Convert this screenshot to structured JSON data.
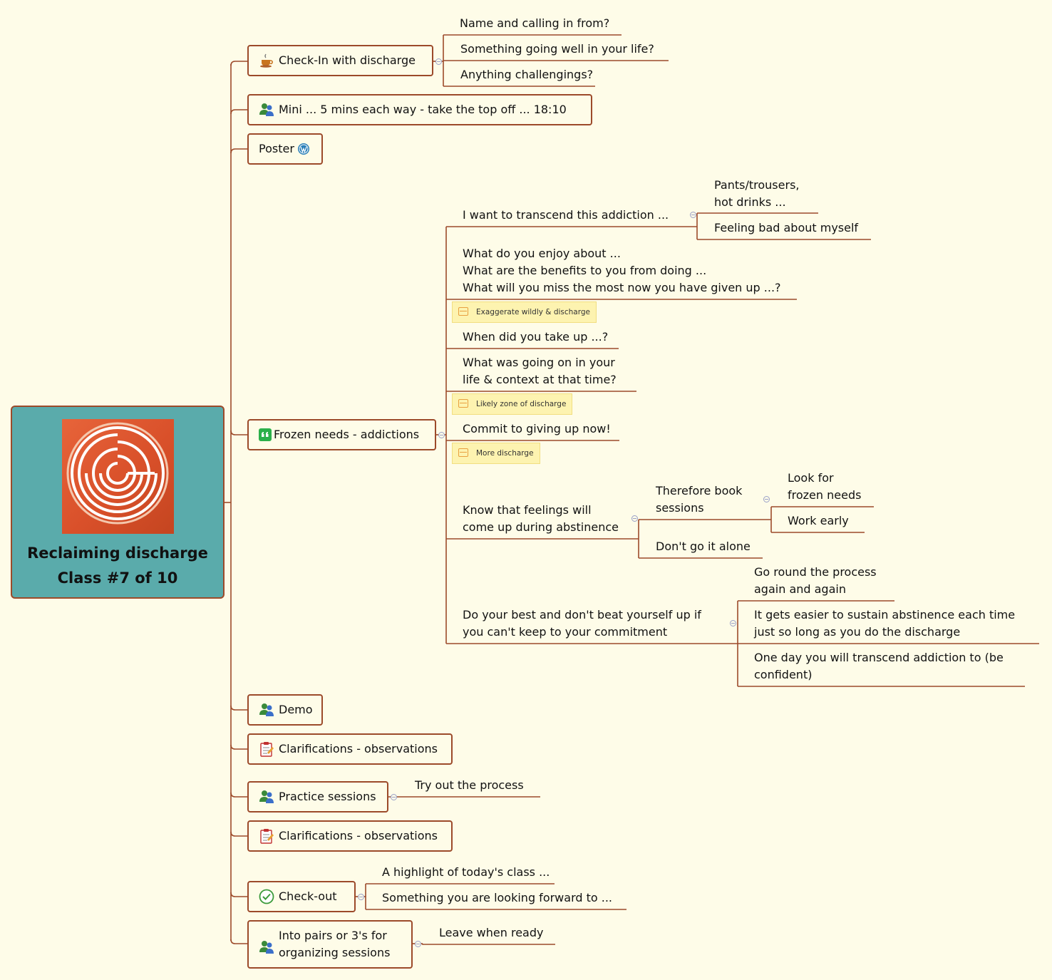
{
  "central": {
    "title_line1": "Reclaiming discharge",
    "title_line2": "Class #7 of 10"
  },
  "colors": {
    "background": "#fefce8",
    "branch": "#9c4a2a",
    "central_fill": "#5aabab",
    "note_fill": "#fdf3b0"
  },
  "topics": {
    "checkin": "Check-In with discharge",
    "mini": "Mini ... 5 mins each way - take the top off ... 18:10",
    "poster": "Poster",
    "frozen": "Frozen needs - addictions",
    "demo": "Demo",
    "clar1": "Clarifications - observations",
    "practice": "Practice sessions",
    "clar2": "Clarifications - observations",
    "checkout": "Check-out",
    "pairs_l1": "Into pairs or 3's for",
    "pairs_l2": "organizing sessions"
  },
  "checkin_children": [
    "Name and calling in from?",
    "Something going well in your life?",
    "Anything challengings?"
  ],
  "frozen_children": {
    "transcend": "I want to transcend this addiction ...",
    "pants_l1": "Pants/trousers,",
    "pants_l2": "hot drinks ...",
    "feeling_bad": "Feeling bad about myself",
    "enjoy_l1": "What do you enjoy about ...",
    "enjoy_l2": "What are the benefits to you from doing ...",
    "enjoy_l3": "What will you miss the most now you have given up ...?",
    "note_exaggerate": "Exaggerate wildly & discharge",
    "when": "When did you take up ...?",
    "going_l1": "What was going on in your",
    "going_l2": "life & context at that time?",
    "note_likely": "Likely zone of discharge",
    "commit": "Commit to giving up now!",
    "note_more": "More discharge",
    "know_l1": "Know that feelings will",
    "know_l2": "come up during abstinence",
    "therefore_l1": "Therefore book",
    "therefore_l2": "sessions",
    "look_l1": "Look for",
    "look_l2": "frozen needs",
    "work_early": "Work early",
    "dont_alone": "Don't go it alone",
    "best_l1": "Do your best and don't beat yourself up if",
    "best_l2": "you can't keep to your commitment",
    "round_l1": "Go round the process",
    "round_l2": "again and again",
    "easier_l1": "It gets easier to sustain abstinence each time",
    "easier_l2": "just so long as you do the discharge",
    "oneday_l1": "One day you will transcend addiction to (be",
    "oneday_l2": "confident)"
  },
  "practice_child": "Try out the process",
  "checkout_children": [
    "A highlight of today's class ...",
    "Something you are looking forward to ..."
  ],
  "pairs_child": "Leave when ready",
  "icons": {
    "checkin": "coffee-cup-icon",
    "mini": "people-icon",
    "poster": "wordpress-icon",
    "frozen": "quote-icon",
    "demo": "people-icon",
    "clar": "clipboard-icon",
    "practice": "people-icon",
    "checkout": "check-circle-icon",
    "pairs": "people-icon",
    "note": "note-icon",
    "central": "labyrinth-image"
  }
}
